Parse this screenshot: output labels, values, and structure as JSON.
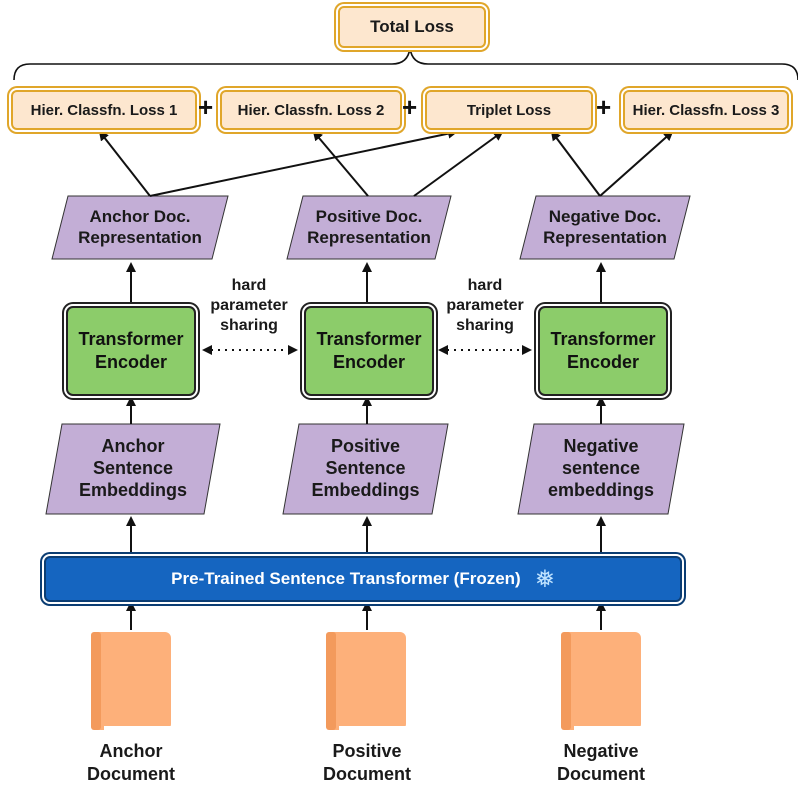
{
  "total_loss": "Total Loss",
  "losses": [
    "Hier. Classfn. Loss 1",
    "Hier. Classfn. Loss 2",
    "Triplet Loss",
    "Hier. Classfn. Loss 3"
  ],
  "plus_sign": "+",
  "representations": [
    [
      "Anchor Doc.",
      "Representation"
    ],
    [
      "Positive Doc.",
      "Representation"
    ],
    [
      "Negative Doc.",
      "Representation"
    ]
  ],
  "encoder": [
    "Transformer",
    "Encoder"
  ],
  "sharing": [
    "hard",
    "parameter",
    "sharing"
  ],
  "embeddings": [
    [
      "Anchor",
      "Sentence",
      "Embeddings"
    ],
    [
      "Positive",
      "Sentence",
      "Embeddings"
    ],
    [
      "Negative",
      "sentence",
      "embeddings"
    ]
  ],
  "pretrained": "Pre-Trained Sentence Transformer (Frozen)",
  "snowflake_icon": "snowflake-icon",
  "documents": [
    [
      "Anchor",
      "Document"
    ],
    [
      "Positive",
      "Document"
    ],
    [
      "Negative",
      "Document"
    ]
  ],
  "colors": {
    "loss_fill": "#fde7cf",
    "loss_border": "#e0a62a",
    "purple": "#c3aed6",
    "encoder": "#8ccc6a",
    "bar": "#1565c0",
    "document": "#fdb07a"
  }
}
